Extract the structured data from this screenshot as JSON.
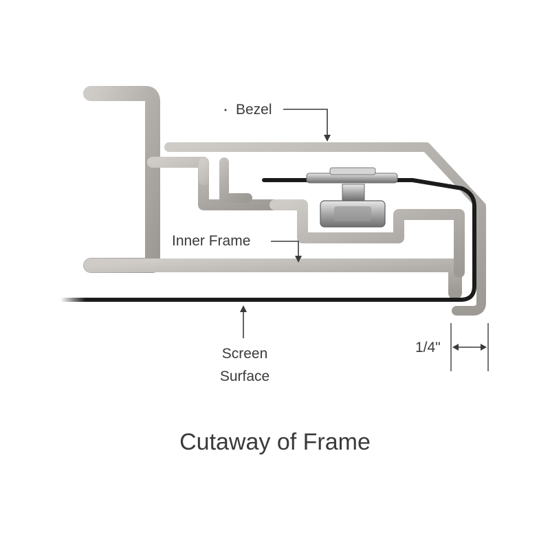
{
  "diagram": {
    "caption": "Cutaway of Frame",
    "labels": {
      "bezel": "Bezel",
      "inner_frame": "Inner Frame",
      "screen_surface_line1": "Screen",
      "screen_surface_line2": "Surface",
      "dimension": "1/4\""
    },
    "colors": {
      "metal_light": "#c9c6c2",
      "metal_mid": "#a9a6a1",
      "metal_dark": "#8c8985",
      "screen": "#1b1b1b",
      "text": "#3a3a3a",
      "leader": "#3a3a3a"
    }
  }
}
